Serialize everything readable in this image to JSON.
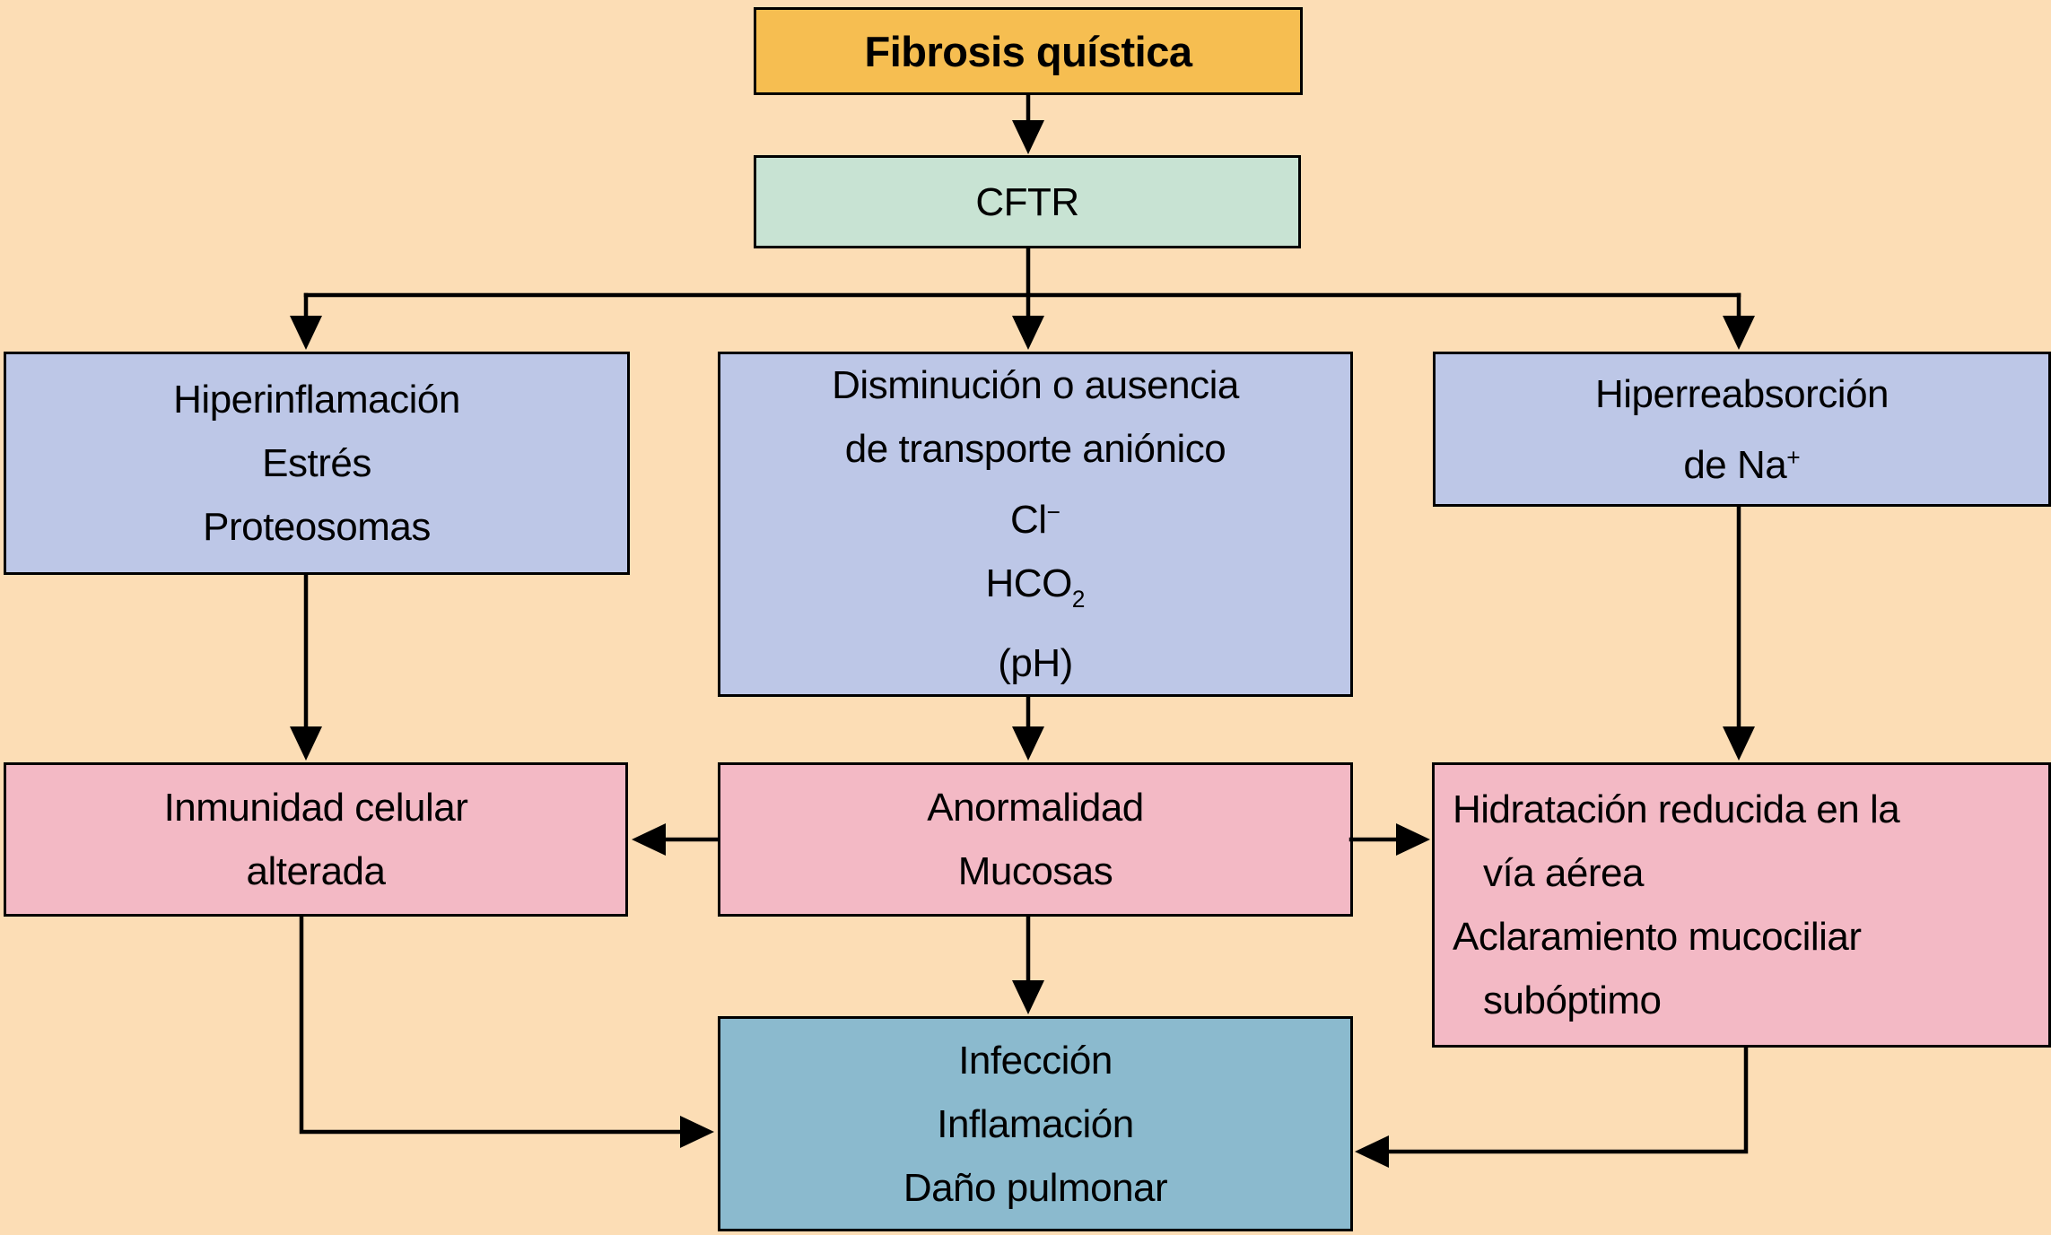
{
  "diagram_title": "Fibrosis quística",
  "colors": {
    "background": "#FCDDB5",
    "box_orange": "#F6BE51",
    "box_green": "#C8E3D3",
    "box_blue": "#BDC7E7",
    "box_pink": "#F3B9C5",
    "box_teal": "#8BBACE",
    "border_and_arrows": "#000000",
    "text": "#000000"
  },
  "nodes": {
    "fibrosis": {
      "label": "Fibrosis quística"
    },
    "cftr": {
      "label": "CFTR"
    },
    "hiperinflamacion": {
      "lines": [
        "Hiperinflamación",
        "Estrés",
        "Proteosomas"
      ]
    },
    "transporte": {
      "line1": "Disminución o ausencia",
      "line2": "de transporte aniónico",
      "cl_base": "Cl",
      "cl_sup": "−",
      "hco_base": "HCO",
      "hco_sub": "2",
      "ph": "(pH)"
    },
    "hiperreabsorcion": {
      "line1": "Hiperreabsorción",
      "line2_base": "de Na",
      "line2_sup": "+"
    },
    "inmunidad": {
      "lines": [
        "Inmunidad celular",
        "alterada"
      ]
    },
    "anormalidad": {
      "lines": [
        "Anormalidad",
        "Mucosas"
      ]
    },
    "hidratacion": {
      "l1": "Hidratación reducida en la",
      "l2": "vía aérea",
      "l3": "Aclaramiento mucociliar",
      "l4": "subóptimo"
    },
    "infeccion": {
      "lines": [
        "Infección",
        "Inflamación",
        "Daño pulmonar"
      ]
    }
  }
}
